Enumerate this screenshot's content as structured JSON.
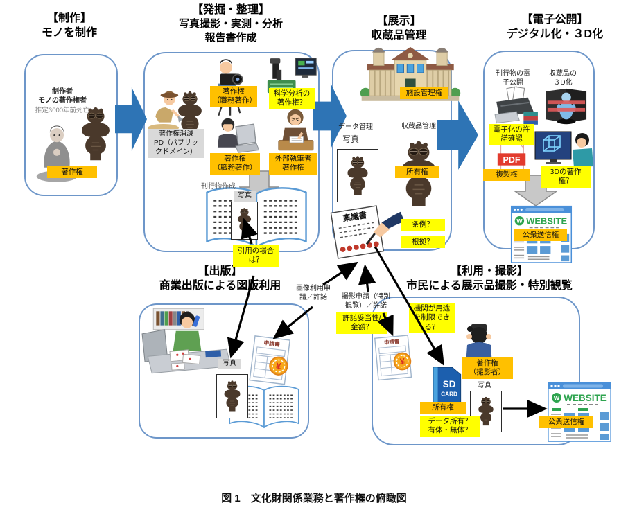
{
  "caption": "図 1　文化財関係業務と著作権の俯瞰図",
  "colors": {
    "label_orange": "#FFC000",
    "label_yellow": "#FFFF00",
    "label_gray": "#D9D9D9",
    "flow_arrow_blue": "#2E74B5",
    "box_border_blue": "#6D96C9"
  },
  "titles": {
    "seisaku1": "【制作】",
    "seisaku2": "モノを制作",
    "hakkutsu1": "【発掘・整理】",
    "hakkutsu2": "写真撮影・実測・分析",
    "hakkutsu3": "報告書作成",
    "tenji1": "【展示】",
    "tenji2": "収蔵品管理",
    "denshi1": "【電子公開】",
    "denshi2": "デジタル化・３D化",
    "shuppan1": "【出版】",
    "shuppan2": "商業出版による図版利用",
    "riyo1": "【利用・撮影】",
    "riyo2": "市民による展示品撮影・特別観覧"
  },
  "box1": {
    "creator": "制作者\nモノの著作権者",
    "death": "推定3000年前死亡",
    "copyright": "著作権"
  },
  "box2": {
    "pd": "著作権消滅\nPD（パブリッ\nクドメイン）",
    "camera_right": "著作権\n（職務著作）",
    "science": "科学分析の\n著作権？",
    "laptop_right": "著作権\n（職務著作）",
    "writer_right": "外部執筆者\n著作権",
    "publication": "刊行物作成",
    "photo": "写真",
    "quote": "引用の場合\nは？"
  },
  "box3": {
    "facility": "施設管理権",
    "data": "データ管理",
    "photo": "写真",
    "collection": "収蔵品管理",
    "ownership": "所有権",
    "ringisho": "稟議書",
    "jorei": "条例？",
    "konkyo": "根拠？"
  },
  "box4": {
    "epub": "刊行物の電\n子公開",
    "threed": "収蔵品の\n３D化",
    "digitize": "電子化の許\n諾確認",
    "pdf": "PDF",
    "reproduction": "複製権",
    "threed_right": "3Dの著作\n権？",
    "website": "WEBSITE",
    "w": "W",
    "transmission": "公衆送信権"
  },
  "mid": {
    "image_use": "画像利用申\n請／許諾",
    "shoot_apply": "撮影申請（特別\n観覧）／許諾",
    "validity": "許諾妥当性/\n金額？",
    "restrict": "機関が用途\nを制限でき\nる？",
    "form": "申請書",
    "yen": "¥"
  },
  "box5": {
    "photo": "写真",
    "form": "申請書",
    "yen": "¥"
  },
  "box6": {
    "sd1": "SD",
    "sd2": "CARD",
    "ownership": "所有権",
    "data_own": "データ所有？\n有体・無体？",
    "shooter": "著作権\n（撮影者）",
    "photo": "写真",
    "website": "WEBSITE",
    "w": "W",
    "transmission": "公衆送信権"
  }
}
